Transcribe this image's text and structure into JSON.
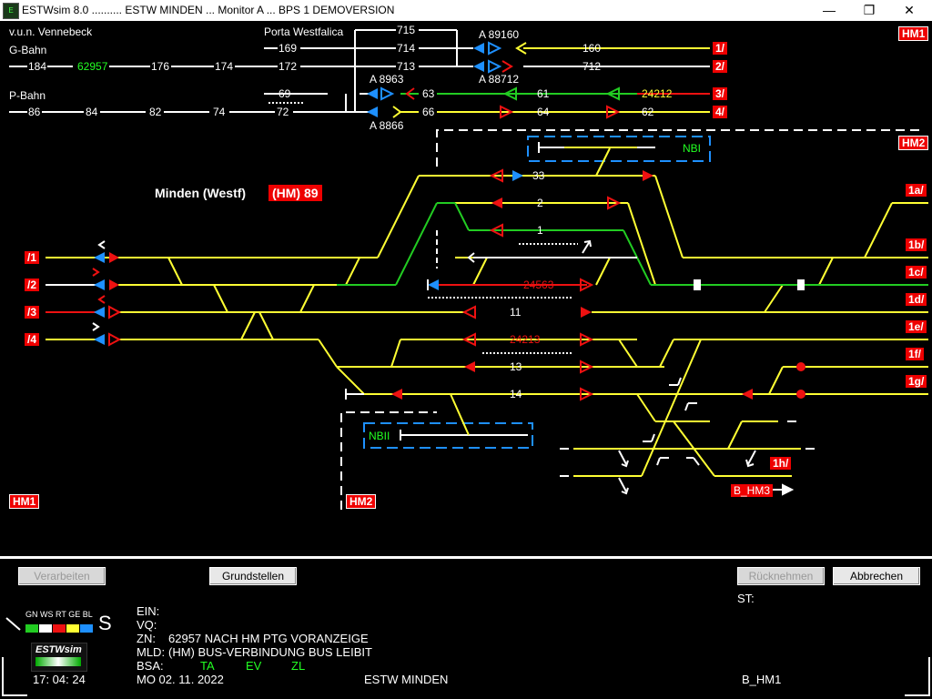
{
  "window": {
    "title": "ESTWsim 8.0 .......... ESTW MINDEN ... Monitor A ... BPS 1  DEMOVERSION",
    "app_icon": "estw-app-icon",
    "minimize_glyph": "—",
    "restore_glyph": "❐",
    "close_glyph": "✕"
  },
  "colors": {
    "track_yellow": "#ffff33",
    "route_green": "#22cc22",
    "signal_blue": "#1e90ff",
    "signal_red": "#ee1111",
    "background": "#000000"
  },
  "upper_area": {
    "vennebeck": "v.u.n. Vennebeck",
    "gbahn": "G-Bahn",
    "pbahn": "P-Bahn",
    "porta": "Porta Westfalica",
    "g_numbers": [
      "184",
      "62957",
      "176",
      "174",
      "172"
    ],
    "p_numbers": [
      "86",
      "84",
      "82",
      "74",
      "72"
    ],
    "porta_numbers": [
      "715",
      "714",
      "713",
      "169",
      "69"
    ],
    "a89160": "A 89160",
    "a88712": "A 88712",
    "a8963": "A 8963",
    "a8866": "A 8866",
    "right_numbers": [
      "160",
      "712",
      "63",
      "61",
      "24212",
      "66",
      "64",
      "62"
    ],
    "exits": [
      "1/",
      "2/",
      "3/",
      "4/"
    ],
    "hm1_top": "HM1",
    "hm2_top": "HM2"
  },
  "station": {
    "name": "Minden (Westf)",
    "badge": "(HM) 89",
    "left_entries": [
      "/1",
      "/2",
      "/3",
      "/4"
    ],
    "right_exits": [
      "1a/",
      "1b/",
      "1c/",
      "1d/",
      "1e/",
      "1f/",
      "1g/",
      "1h/"
    ],
    "tracks": [
      "33",
      "2",
      "1",
      "24563",
      "11",
      "24213",
      "13",
      "14"
    ],
    "nbi": "NBI",
    "nbii": "NBII",
    "hm1_bottom": "HM1",
    "hm2_bottom": "HM2",
    "bhm3": "B_HM3"
  },
  "controls": {
    "verarbeiten": "Verarbeiten",
    "grundstellen": "Grundstellen",
    "ruecknehmen": "Rücknehmen",
    "abbrechen": "Abbrechen",
    "st_label": "ST:"
  },
  "console": {
    "ein": "EIN:",
    "vq": "VQ:",
    "zn_label": "ZN:",
    "zn_value": "62957 NACH HM PTG VORANZEIGE",
    "mld_label": "MLD:",
    "mld_value": "(HM) BUS-VERBINDUNG BUS LEIBIT",
    "bsa_label": "BSA:",
    "bsa_ta": "TA",
    "bsa_ev": "EV",
    "bsa_zl": "ZL",
    "date": "MO 02. 11. 2022",
    "station_name": "ESTW  MINDEN",
    "area": "B_HM1",
    "time": "17: 04: 24"
  },
  "legend": {
    "labels": [
      "GN",
      "WS",
      "RT",
      "GE",
      "BL"
    ],
    "colors": [
      "#22cc22",
      "#ffffff",
      "#ee1111",
      "#ffff33",
      "#1e90ff"
    ],
    "s": "S",
    "logo": "ESTWsim"
  }
}
